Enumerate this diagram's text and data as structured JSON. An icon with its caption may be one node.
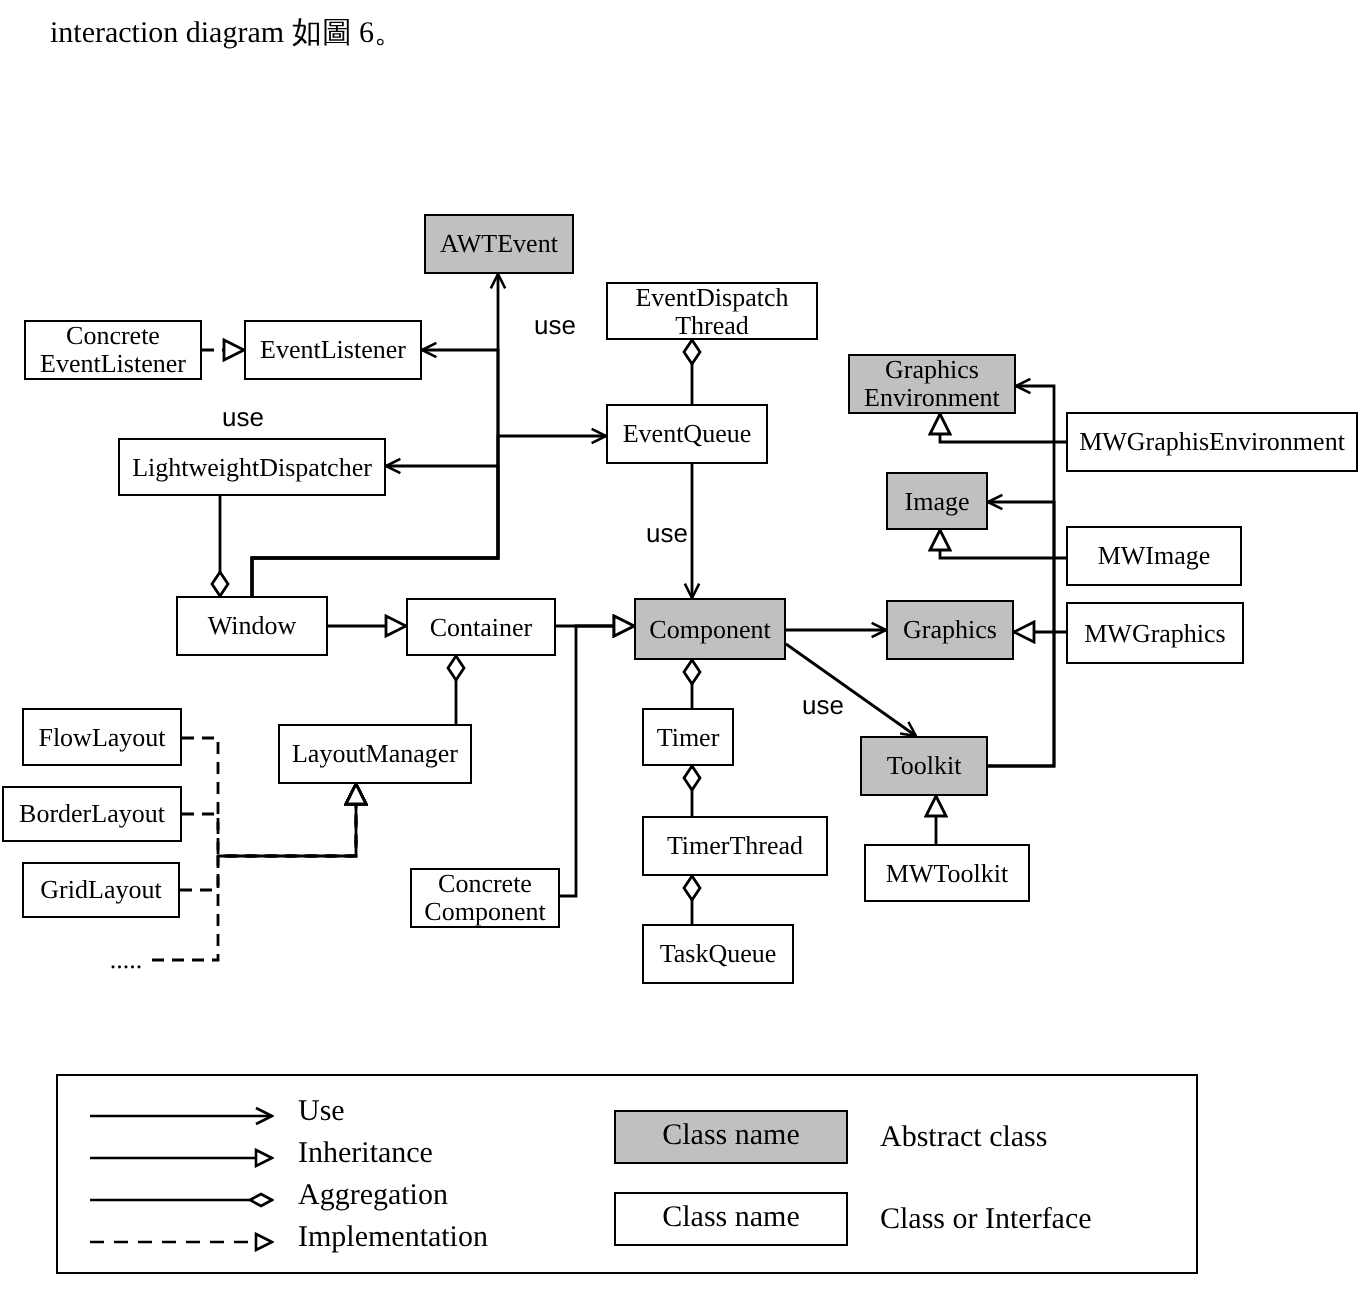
{
  "diagram": {
    "nodes": [
      {
        "text": [
          "AWTEvent"
        ]
      },
      {
        "text": [
          "Concrete EventListener"
        ]
      },
      {
        "text": [
          "EventListener"
        ]
      },
      {
        "text": [
          "EventDispatch Thread"
        ]
      },
      {
        "text": [
          "Graphics Environment"
        ]
      },
      {
        "text": [
          "MWGraphisEnvironment"
        ]
      },
      {
        "text": [
          "LightweightDispatcher"
        ]
      },
      {
        "text": [
          "EventQueue"
        ]
      },
      {
        "text": [
          "Image"
        ]
      },
      {
        "text": [
          "MWImage"
        ]
      },
      {
        "text": [
          "Window"
        ]
      },
      {
        "text": [
          "Container"
        ]
      },
      {
        "text": [
          "Component"
        ]
      },
      {
        "text": [
          "Graphics"
        ]
      },
      {
        "text": [
          "MWGraphics"
        ]
      },
      {
        "text": [
          "FlowLayout"
        ]
      },
      {
        "text": [
          "LayoutManager"
        ]
      },
      {
        "text": [
          "Timer"
        ]
      },
      {
        "text": [
          "Toolkit"
        ]
      },
      {
        "text": [
          "BorderLayout"
        ]
      },
      {
        "text": [
          "GridLayout"
        ]
      },
      {
        "text": [
          "TimerThread"
        ]
      },
      {
        "text": [
          "MWToolkit"
        ]
      },
      {
        "text": [
          "Concrete Component"
        ]
      },
      {
        "text": [
          "TaskQueue"
        ]
      },
      {
        "text": [
          "....."
        ]
      }
    ],
    "edges": [
      {
        "from": 1,
        "to": 2,
        "arrow": "to",
        "style": "dashed"
      },
      {
        "from": 10,
        "to": 0,
        "arrow": "to",
        "label": "use"
      },
      {
        "from": 10,
        "to": 2,
        "arrow": "to"
      },
      {
        "from": 10,
        "to": 7,
        "arrow": "to"
      },
      {
        "from": 10,
        "to": 6,
        "arrow": "to"
      },
      {
        "from": 6,
        "to": 10,
        "arrow": "other"
      },
      {
        "from": 7,
        "to": 3,
        "arrow": "other"
      },
      {
        "from": 7,
        "to": 12,
        "arrow": "to",
        "label": "use"
      },
      {
        "from": 10,
        "to": 11,
        "arrow": "to"
      },
      {
        "from": 11,
        "to": 12,
        "arrow": "to"
      },
      {
        "from": 23,
        "to": 12,
        "arrow": "to"
      },
      {
        "from": 16,
        "to": 11,
        "arrow": "other"
      },
      {
        "from": 15,
        "to": 16,
        "arrow": "to",
        "style": "dashed"
      },
      {
        "from": 19,
        "to": 16,
        "arrow": "to",
        "style": "dashed"
      },
      {
        "from": 20,
        "to": 16,
        "arrow": "to",
        "style": "dashed"
      },
      {
        "from": 25,
        "to": 16,
        "arrow": "to",
        "style": "dashed"
      },
      {
        "from": 12,
        "to": 13,
        "arrow": "to"
      },
      {
        "from": 12,
        "to": 18,
        "arrow": "to",
        "label": "use"
      },
      {
        "from": 17,
        "to": 12,
        "arrow": "other"
      },
      {
        "from": 21,
        "to": 17,
        "arrow": "other"
      },
      {
        "from": 24,
        "to": 21,
        "arrow": "other"
      },
      {
        "from": 5,
        "to": 4,
        "arrow": "to"
      },
      {
        "from": 9,
        "to": 8,
        "arrow": "to"
      },
      {
        "from": 14,
        "to": 13,
        "arrow": "to"
      },
      {
        "from": 22,
        "to": 18,
        "arrow": "to"
      },
      {
        "from": 18,
        "to": 8,
        "arrow": "to"
      },
      {
        "from": 18,
        "to": 4,
        "arrow": "to"
      }
    ],
    "labels": [
      "interaction diagram 如圖 6。",
      "use",
      "Class name",
      "Class name"
    ],
    "legend": [
      {
        "text": "Use"
      },
      {
        "text": "Inheritance"
      },
      {
        "text": "Aggregation"
      },
      {
        "text": "Implementation"
      },
      {
        "text": "Abstract class",
        "color": "#c0c0c0"
      },
      {
        "text": "Class or Interface",
        "color": "#ffffff"
      }
    ]
  }
}
